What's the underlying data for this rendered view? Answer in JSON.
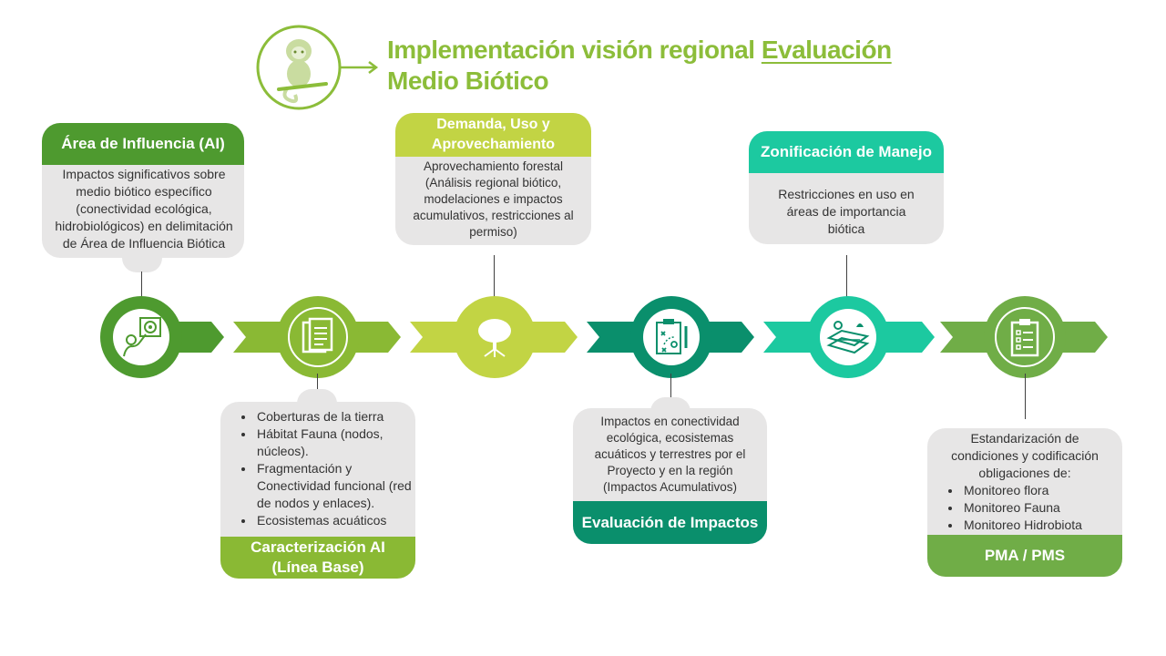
{
  "title": {
    "line1_plain": "Implementación visión regional",
    "line1_underlined": "Evaluación",
    "line2": "Medio Biótico"
  },
  "colors": {
    "dark_green": "#4e9a2f",
    "mid_green": "#8ab934",
    "lime": "#c2d444",
    "teal": "#0a8f6c",
    "turquoise": "#1cc9a0",
    "olive_green": "#70ad47",
    "gray_box": "#e7e6e6"
  },
  "icons": [
    "monkey-icon",
    "arrow-right-icon",
    "target-person-icon",
    "documents-icon",
    "tree-icon",
    "strategy-board-icon",
    "map-layers-icon",
    "checklist-icon"
  ],
  "stages": {
    "area_influencia": {
      "header": "Área de Influencia (AI)",
      "text": "Impactos significativos sobre medio biótico específico (conectividad ecológica, hidrobiológicos) en delimitación de Área de Influencia Biótica"
    },
    "caracterizacion": {
      "header_line1": "Caracterización AI",
      "header_line2": "(Línea Base)",
      "bullets": [
        "Coberturas de la tierra",
        "Hábitat Fauna (nodos, núcleos).",
        "Fragmentación y Conectividad funcional (red de nodos y enlaces).",
        "Ecosistemas acuáticos"
      ]
    },
    "demanda": {
      "header_line1": "Demanda, Uso y",
      "header_line2": "Aprovechamiento",
      "text": "Aprovechamiento forestal (Análisis regional biótico, modelaciones e impactos acumulativos, restricciones al permiso)"
    },
    "evaluacion": {
      "header": "Evaluación de Impactos",
      "text": "Impactos en conectividad ecológica, ecosistemas acuáticos y terrestres por el Proyecto y en la región (Impactos Acumulativos)"
    },
    "zonificacion": {
      "header": "Zonificación  de Manejo",
      "text": "Restricciones en uso en áreas de importancia biótica"
    },
    "pma": {
      "header": "PMA / PMS",
      "intro": "Estandarización de condiciones y codificación obligaciones de:",
      "bullets": [
        "Monitoreo flora",
        "Monitoreo Fauna",
        "Monitoreo Hidrobiota"
      ]
    }
  }
}
